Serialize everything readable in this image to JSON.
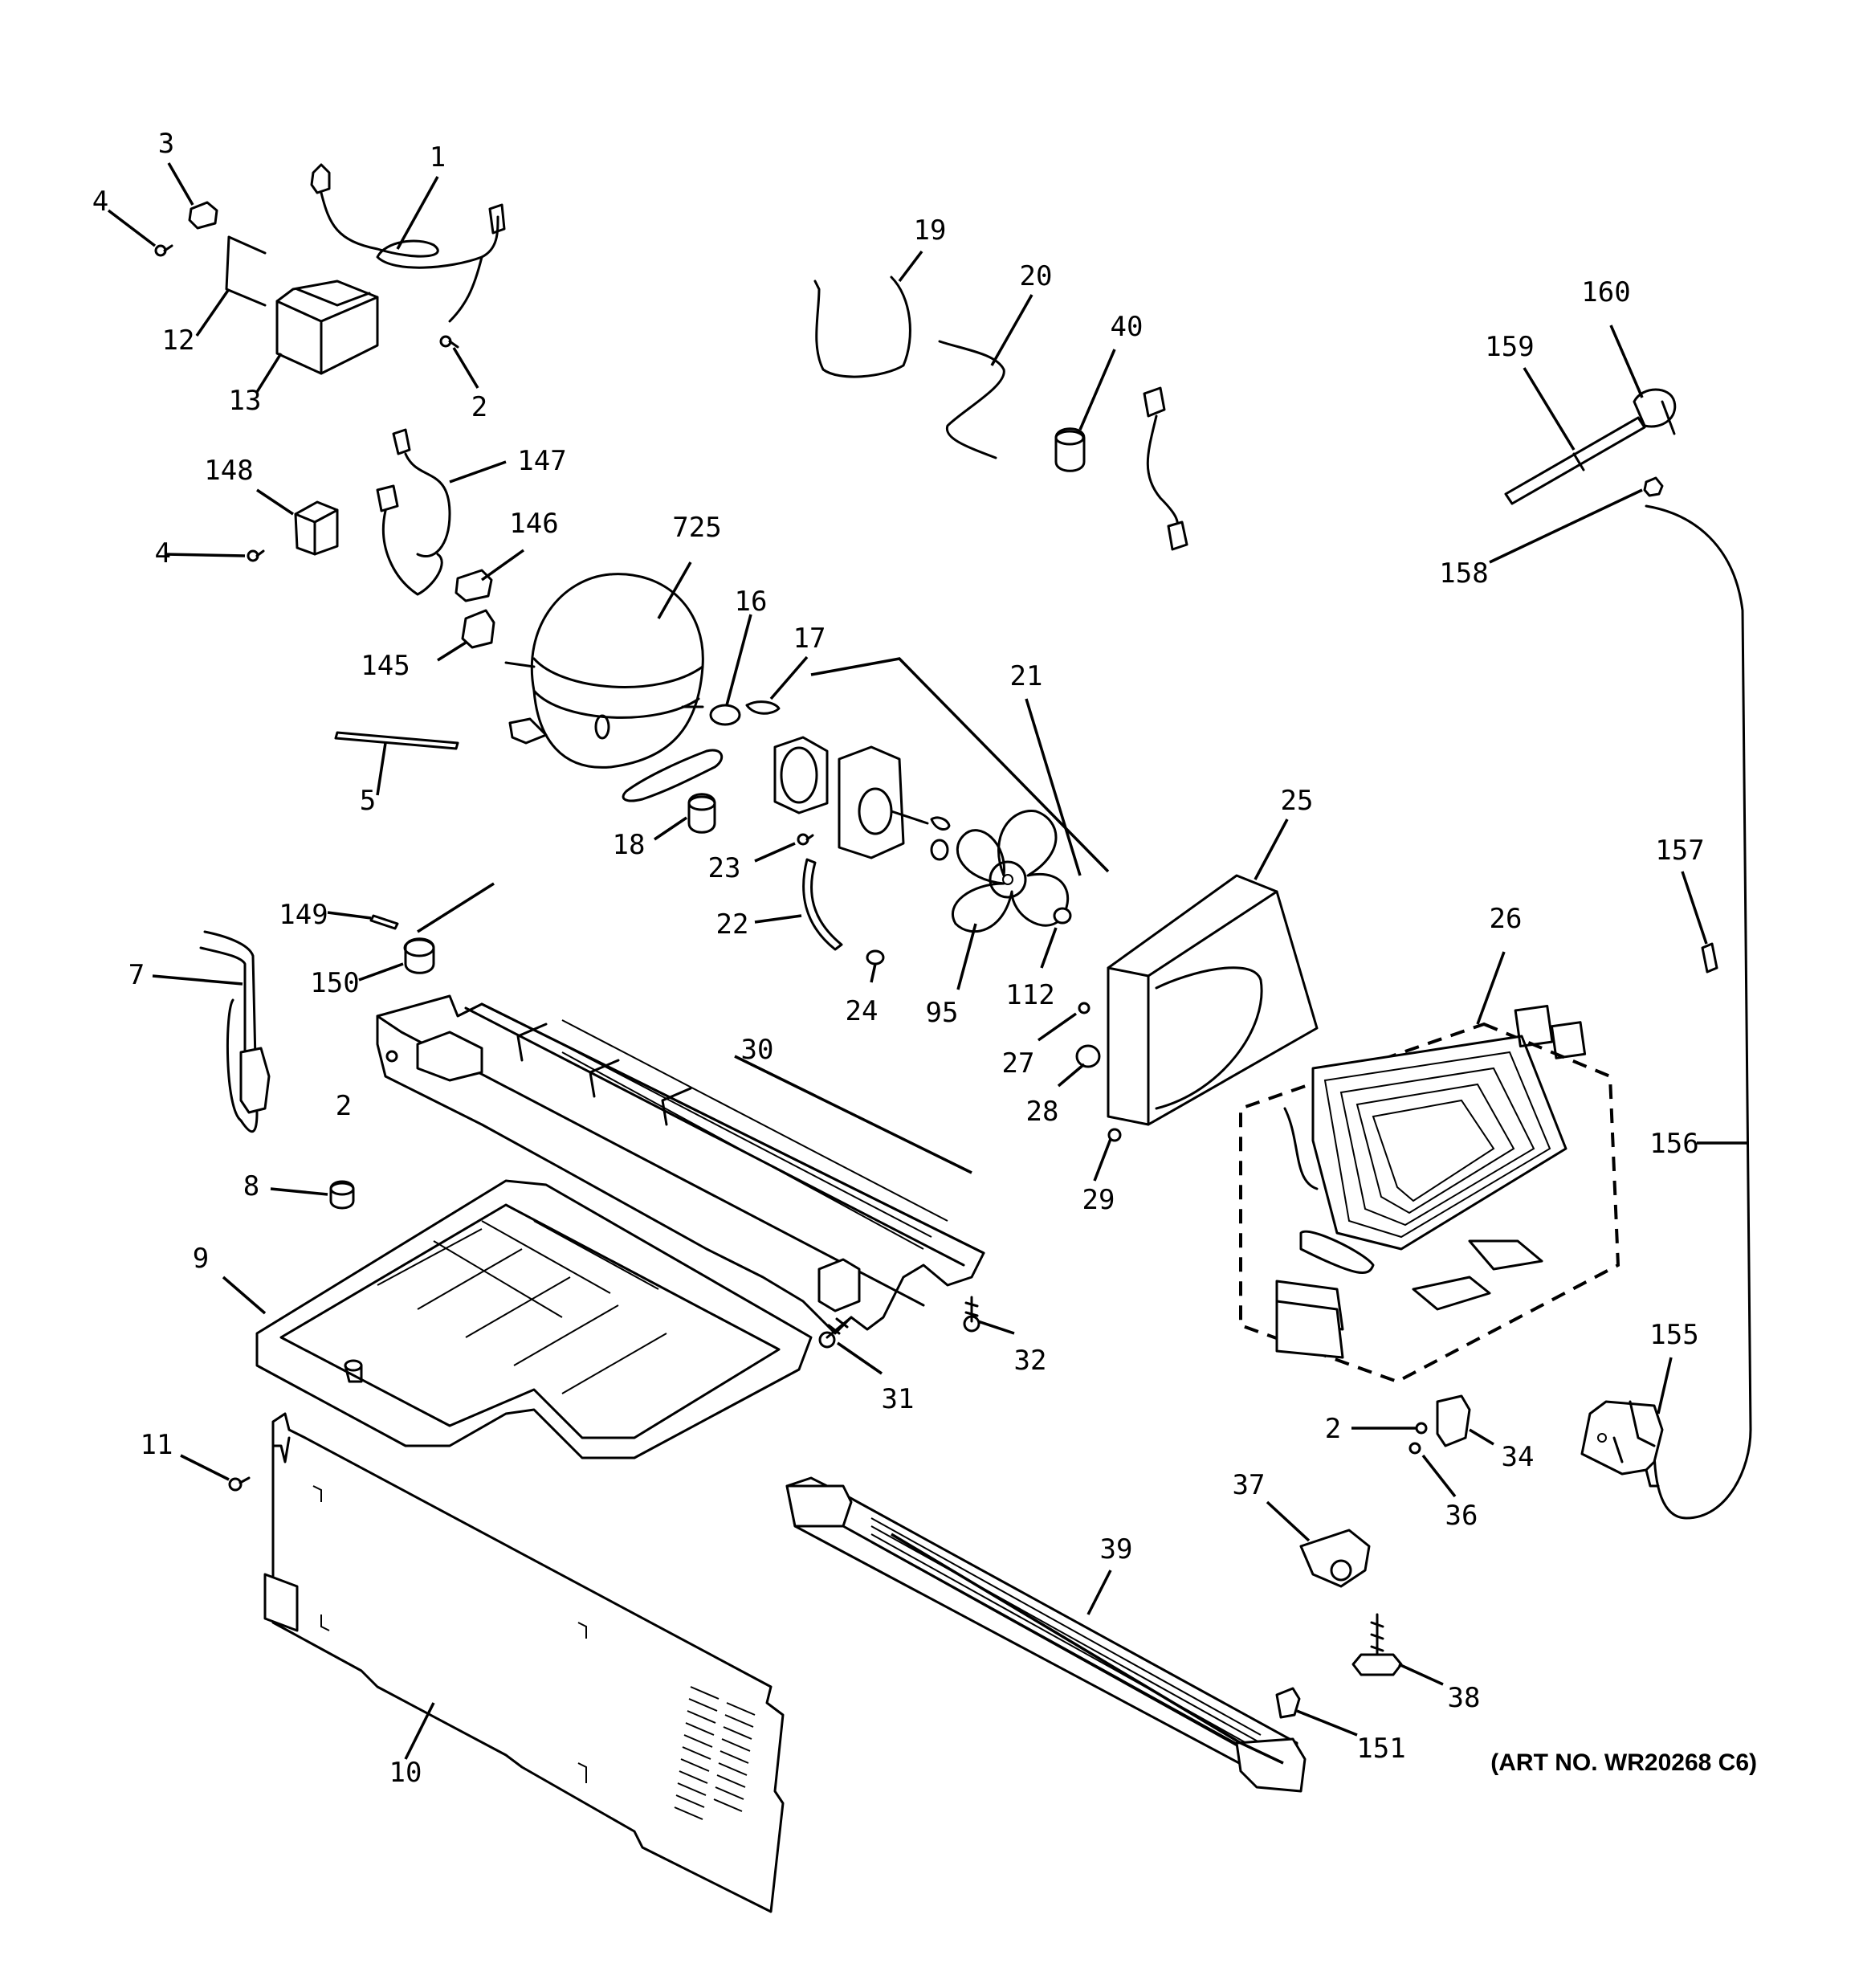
{
  "art_number": "(ART NO. WR20268 C6)",
  "callouts": [
    "1",
    "2",
    "3",
    "4",
    "12",
    "13",
    "148",
    "147",
    "146",
    "145",
    "725",
    "16",
    "17",
    "5",
    "18",
    "149",
    "150",
    "7",
    "8",
    "9",
    "11",
    "10",
    "19",
    "20",
    "40",
    "21",
    "23",
    "22",
    "24",
    "95",
    "112",
    "25",
    "27",
    "28",
    "29",
    "30",
    "31",
    "32",
    "26",
    "159",
    "160",
    "158",
    "157",
    "156",
    "155",
    "34",
    "36",
    "37",
    "38",
    "39",
    "151"
  ]
}
